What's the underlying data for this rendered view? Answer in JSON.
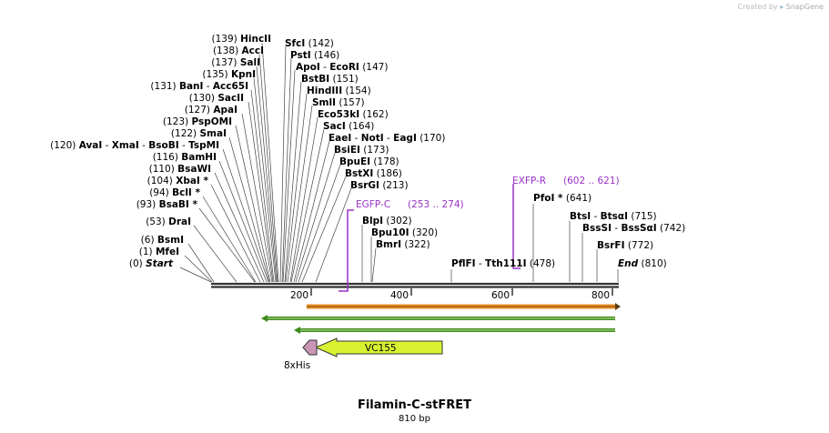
{
  "credit": {
    "prefix": "Created by",
    "brand": "SnapGene"
  },
  "map": {
    "name": "Filamin-C-stFRET",
    "length_label": "810 bp",
    "colors": {
      "backbone": "#333333",
      "primer": "#9a31c8",
      "orange_track": "#e98f24",
      "green_track": "#3c8a1c",
      "feature_fill": "#d8f232",
      "feature_stroke": "#333333",
      "his_fill": "#c896b4"
    },
    "ruler_ticks": [
      "200",
      "400",
      "600",
      "800"
    ],
    "sites_left": [
      {
        "pos": "(139)",
        "names": [
          "HincII"
        ]
      },
      {
        "pos": "(138)",
        "names": [
          "AccI"
        ]
      },
      {
        "pos": "(137)",
        "names": [
          "SalI"
        ]
      },
      {
        "pos": "(135)",
        "names": [
          "KpnI"
        ]
      },
      {
        "pos": "(131)",
        "names": [
          "BanI",
          "Acc65I"
        ]
      },
      {
        "pos": "(130)",
        "names": [
          "SacII"
        ]
      },
      {
        "pos": "(127)",
        "names": [
          "ApaI"
        ]
      },
      {
        "pos": "(123)",
        "names": [
          "PspOMI"
        ]
      },
      {
        "pos": "(122)",
        "names": [
          "SmaI"
        ]
      },
      {
        "pos": "(120)",
        "names": [
          "AvaI",
          "XmaI",
          "BsoBI",
          "TspMI"
        ]
      },
      {
        "pos": "(116)",
        "names": [
          "BamHI"
        ]
      },
      {
        "pos": "(110)",
        "names": [
          "BsaWI"
        ]
      },
      {
        "pos": "(104)",
        "names": [
          "XbaI *"
        ]
      },
      {
        "pos": "(94)",
        "names": [
          "BclI *"
        ]
      },
      {
        "pos": "(93)",
        "names": [
          "BsaBI *"
        ]
      },
      {
        "pos": "(53)",
        "names": [
          "DraI"
        ]
      },
      {
        "pos": "(6)",
        "names": [
          "BsmI"
        ]
      },
      {
        "pos": "(1)",
        "names": [
          "MfeI"
        ]
      },
      {
        "pos": "(0)",
        "names": [
          "Start"
        ]
      }
    ],
    "sites_right": [
      {
        "names": [
          "SfcI"
        ],
        "pos": "(142)"
      },
      {
        "names": [
          "PstI"
        ],
        "pos": "(146)"
      },
      {
        "names": [
          "ApoI",
          "EcoRI"
        ],
        "pos": "(147)"
      },
      {
        "names": [
          "BstBI"
        ],
        "pos": "(151)"
      },
      {
        "names": [
          "HindIII"
        ],
        "pos": "(154)"
      },
      {
        "names": [
          "SmlI"
        ],
        "pos": "(157)"
      },
      {
        "names": [
          "Eco53kI"
        ],
        "pos": "(162)"
      },
      {
        "names": [
          "SacI"
        ],
        "pos": "(164)"
      },
      {
        "names": [
          "EaeI",
          "NotI",
          "EagI"
        ],
        "pos": "(170)"
      },
      {
        "names": [
          "BsiEI"
        ],
        "pos": "(173)"
      },
      {
        "names": [
          "BpuEI"
        ],
        "pos": "(178)"
      },
      {
        "names": [
          "BstXI"
        ],
        "pos": "(186)"
      },
      {
        "names": [
          "BsrGI"
        ],
        "pos": "(213)"
      }
    ],
    "sites_mid": [
      {
        "names": [
          "BlpI"
        ],
        "pos": "(302)"
      },
      {
        "names": [
          "Bpu10I"
        ],
        "pos": "(320)"
      },
      {
        "names": [
          "BmrI"
        ],
        "pos": "(322)"
      },
      {
        "names": [
          "PflFI",
          "Tth111I"
        ],
        "pos": "(478)"
      },
      {
        "names": [
          "End"
        ],
        "pos": "(810)"
      },
      {
        "names": [
          "PfoI *"
        ],
        "pos": "(641)"
      },
      {
        "names": [
          "BtsI",
          "BtsαI"
        ],
        "pos": "(715)"
      },
      {
        "names": [
          "BssSI",
          "BssSαI"
        ],
        "pos": "(742)"
      },
      {
        "names": [
          "BsrFI"
        ],
        "pos": "(772)"
      }
    ],
    "primers": [
      {
        "name": "EGFP-C",
        "range": "(253 .. 274)"
      },
      {
        "name": "EXFP-R",
        "range": "(602 .. 621)"
      }
    ],
    "features": [
      {
        "name": "VC155"
      },
      {
        "name": "8xHis"
      }
    ]
  }
}
